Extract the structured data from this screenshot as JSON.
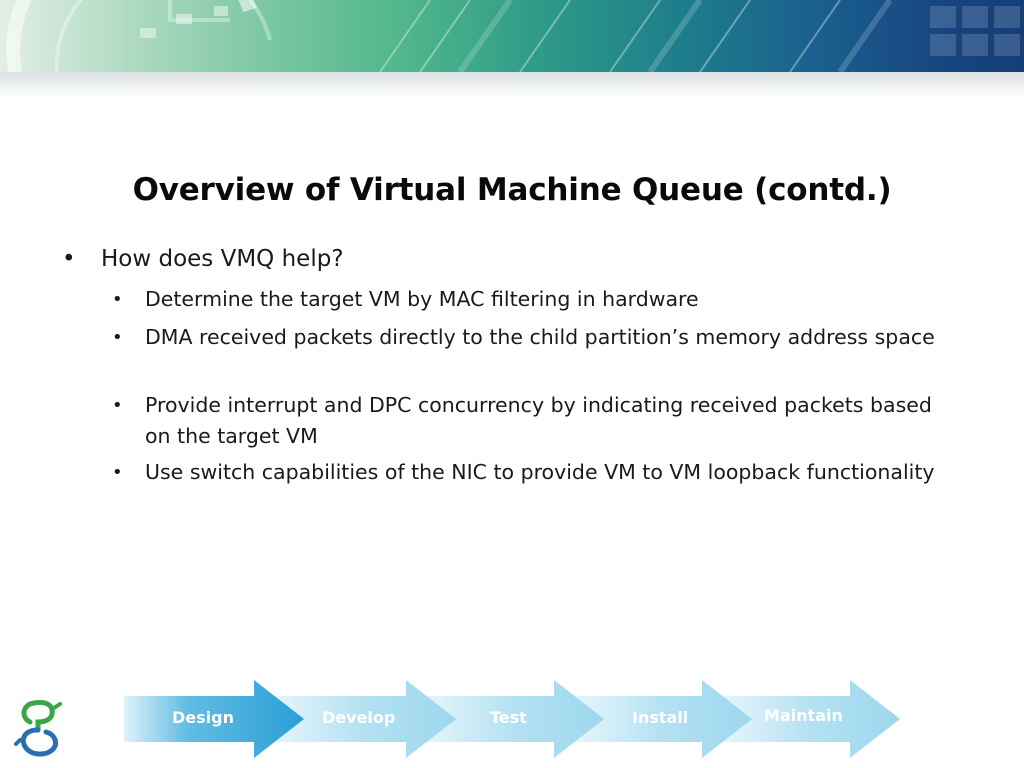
{
  "slide": {
    "title": "Overview of Virtual Machine Queue (contd.)",
    "bullet_char": "•",
    "main_bullet": "How does VMQ help?",
    "sub_bullets": [
      "Determine the target VM by MAC filtering in hardware",
      "DMA received packets directly to the child partition’s memory address space",
      "Provide interrupt and DPC concurrency by indicating received packets based on the target VM",
      "Use switch capabilities of the NIC to provide VM to VM loopback functionality"
    ]
  },
  "process": {
    "steps": [
      "Design",
      "Develop",
      "Test",
      "Install",
      "Maintain"
    ],
    "active_step": "Design"
  },
  "colors": {
    "banner_start": "#e3efe6",
    "banner_mid": "#2f9c88",
    "banner_end": "#163d78",
    "arrow_active": "#3aa7d8",
    "arrow_inactive": "#a6dcef",
    "logo_green": "#3aa64a",
    "logo_blue": "#2b6fb3"
  },
  "icons": {
    "logo": "windows-logo-people-icon"
  }
}
